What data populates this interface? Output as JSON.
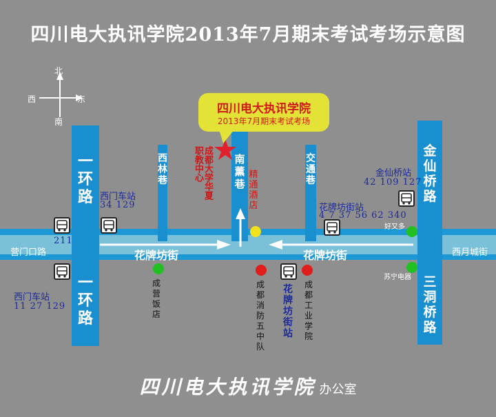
{
  "title": "四川电大执讯学院2013年7月期末考试考场示意图",
  "compass": {
    "north": "北",
    "south": "南",
    "east": "东",
    "west": "西"
  },
  "callout": {
    "line1": "四川电大执讯学院",
    "line2": "2013年7月期末考试考场"
  },
  "roads": {
    "ring1_north": "一环路",
    "ring1_south": "一环路",
    "xilin": "西林巷",
    "nanxun": "南薰巷",
    "jiaotong": "交通巷",
    "jinxian": "金仙桥路",
    "sandong": "三洞桥路",
    "huapai_west": "花牌坊街",
    "huapai_east": "花牌坊街",
    "yingmenkou": "营门口路",
    "ximen_city": "西月城街"
  },
  "stops": {
    "ximen_north_name": "西门车站",
    "ximen_north_lines": "34 129",
    "bus211": "211",
    "ximen_south_name": "西门车站",
    "ximen_south_lines": "11 27 129",
    "huapai_name": "花牌坊街站",
    "huapai_lines": "4 7 37 56 62 340",
    "huapai_south_name": "花牌坊街站",
    "jinxian_name": "金仙桥站",
    "jinxian_lines": "42 109 127"
  },
  "landmarks": {
    "chengying": "成营饭店",
    "jingtong": "精通酒店",
    "xiaofang": "成都消防五中队",
    "gongye": "成都工业学院",
    "haoyouduo": "好又多",
    "suning": "苏宁电器",
    "school": "成都大学华夏职教中心"
  },
  "footer": {
    "logo": "四川电大执讯学院",
    "sub": "办公室"
  },
  "colors": {
    "road": "#1a8fd0",
    "street": "#79c0d8",
    "star": "#e0202c",
    "callout": "#e3e337",
    "green": "#22c022",
    "red": "#e01c1c",
    "yellow": "#f2e21c"
  }
}
